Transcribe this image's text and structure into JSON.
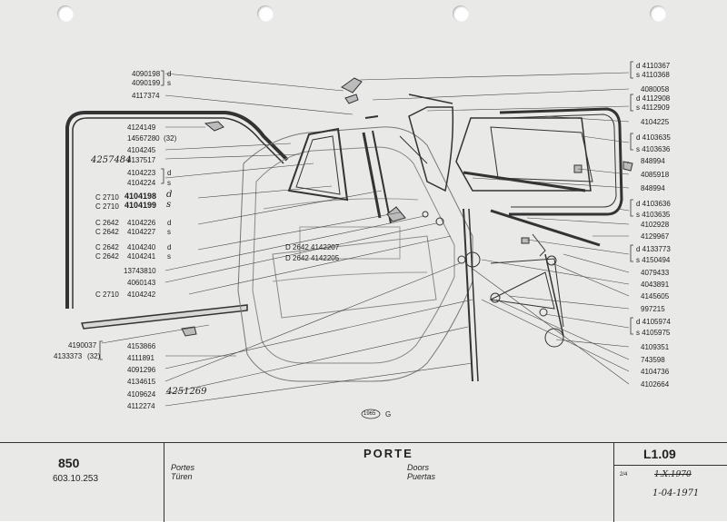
{
  "left_labels": [
    {
      "id": "l1",
      "text": "4090198"
    },
    {
      "id": "l1s",
      "text": "d"
    },
    {
      "id": "l2",
      "text": "4090199"
    },
    {
      "id": "l2s",
      "text": "s"
    },
    {
      "id": "l3",
      "text": "4117374"
    },
    {
      "id": "l4",
      "text": "4124149"
    },
    {
      "id": "l5",
      "text": "14567280"
    },
    {
      "id": "l5s",
      "text": "(32)"
    },
    {
      "id": "l6",
      "text": "4104245"
    },
    {
      "id": "l7",
      "text": "4137517"
    },
    {
      "id": "l8",
      "text": "4104223"
    },
    {
      "id": "l8s",
      "text": "d"
    },
    {
      "id": "l9",
      "text": "4104224"
    },
    {
      "id": "l9s",
      "text": "s"
    },
    {
      "id": "l10p",
      "text": "C 2710"
    },
    {
      "id": "l10",
      "text": "4104198"
    },
    {
      "id": "l10s",
      "text": "d"
    },
    {
      "id": "l11p",
      "text": "C 2710"
    },
    {
      "id": "l11",
      "text": "4104199"
    },
    {
      "id": "l11s",
      "text": "s"
    },
    {
      "id": "l12p",
      "text": "C 2642"
    },
    {
      "id": "l12",
      "text": "4104226"
    },
    {
      "id": "l12s",
      "text": "d"
    },
    {
      "id": "l13p",
      "text": "C 2642"
    },
    {
      "id": "l13",
      "text": "4104227"
    },
    {
      "id": "l13s",
      "text": "s"
    },
    {
      "id": "l14p",
      "text": "C 2642"
    },
    {
      "id": "l14",
      "text": "4104240"
    },
    {
      "id": "l14s",
      "text": "d"
    },
    {
      "id": "l15p",
      "text": "C 2642"
    },
    {
      "id": "l15",
      "text": "4104241"
    },
    {
      "id": "l15s",
      "text": "s"
    },
    {
      "id": "l16",
      "text": "13743810"
    },
    {
      "id": "l17",
      "text": "4060143"
    },
    {
      "id": "l18p",
      "text": "C 2710"
    },
    {
      "id": "l18",
      "text": "4104242"
    },
    {
      "id": "l19",
      "text": "4190037"
    },
    {
      "id": "l20",
      "text": "4133373"
    },
    {
      "id": "l20s",
      "text": "(32)"
    },
    {
      "id": "l21",
      "text": "4153866"
    },
    {
      "id": "l22",
      "text": "4111891"
    },
    {
      "id": "l23",
      "text": "4091296"
    },
    {
      "id": "l24",
      "text": "4134615"
    },
    {
      "id": "l25",
      "text": "4109624"
    },
    {
      "id": "l26",
      "text": "4112274"
    }
  ],
  "hand_notes": {
    "n1": "4257484",
    "n2": "4251269"
  },
  "center_labels": [
    {
      "id": "c1",
      "text": "D 2642 4142207"
    },
    {
      "id": "c2",
      "text": "D 2642 4142205"
    }
  ],
  "right_labels": [
    {
      "id": "r1",
      "text": "d 4110367"
    },
    {
      "id": "r2",
      "text": "s 4110368"
    },
    {
      "id": "r3",
      "text": "4080058"
    },
    {
      "id": "r4",
      "text": "d 4112908"
    },
    {
      "id": "r5",
      "text": "s 4112909"
    },
    {
      "id": "r6",
      "text": "4104225"
    },
    {
      "id": "r7",
      "text": "d 4103635"
    },
    {
      "id": "r8",
      "text": "s 4103636"
    },
    {
      "id": "r9",
      "text": "848994"
    },
    {
      "id": "r10",
      "text": "4085918"
    },
    {
      "id": "r11",
      "text": "848994"
    },
    {
      "id": "r12",
      "text": "d 4103636"
    },
    {
      "id": "r13",
      "text": "s 4103635"
    },
    {
      "id": "r14",
      "text": "4102928"
    },
    {
      "id": "r15",
      "text": "4129967"
    },
    {
      "id": "r16",
      "text": "d 4133773"
    },
    {
      "id": "r17",
      "text": "s 4150494"
    },
    {
      "id": "r18",
      "text": "4079433"
    },
    {
      "id": "r19",
      "text": "4043891"
    },
    {
      "id": "r20",
      "text": "4145605"
    },
    {
      "id": "r21",
      "text": "997215"
    },
    {
      "id": "r22",
      "text": "d 4105974"
    },
    {
      "id": "r23",
      "text": "s 4105975"
    },
    {
      "id": "r24",
      "text": "4109351"
    },
    {
      "id": "r25",
      "text": "743598"
    },
    {
      "id": "r26",
      "text": "4104736"
    },
    {
      "id": "r27",
      "text": "4102664"
    }
  ],
  "stamp": {
    "code": "1965",
    "letter": "G"
  },
  "footer": {
    "model": "850",
    "model_code": "603.10.253",
    "title": "PORTE",
    "lang_left": [
      "Portes",
      "Türen"
    ],
    "lang_right": [
      "Doors",
      "Puertas"
    ],
    "sheet": "L1.09",
    "page": "2/4",
    "date_old": "1.X.1970",
    "date_new": "1-04-1971"
  }
}
